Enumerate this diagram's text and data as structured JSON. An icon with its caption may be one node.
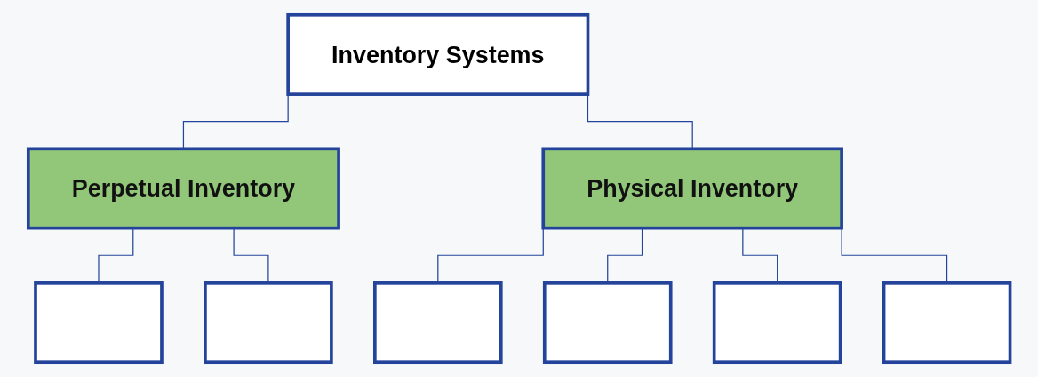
{
  "diagram": {
    "nodes": [
      {
        "text": [
          "Inventory Systems"
        ]
      },
      {
        "text": [
          "Perpetual Inventory"
        ]
      },
      {
        "text": [
          "Physical Inventory"
        ]
      },
      {
        "text": [],
        "shape": "box"
      },
      {
        "text": [],
        "shape": "box"
      },
      {
        "text": [],
        "shape": "box"
      },
      {
        "text": [],
        "shape": "box"
      },
      {
        "text": [],
        "shape": "box"
      },
      {
        "text": [],
        "shape": "box"
      }
    ],
    "edges": [
      {
        "from": 0,
        "to": 1,
        "arrow": "none"
      },
      {
        "from": 0,
        "to": 2,
        "arrow": "none"
      },
      {
        "from": 1,
        "to": 3,
        "arrow": "none"
      },
      {
        "from": 1,
        "to": 4,
        "arrow": "none"
      },
      {
        "from": 2,
        "to": 5,
        "arrow": "none"
      },
      {
        "from": 2,
        "to": 6,
        "arrow": "none"
      },
      {
        "from": 2,
        "to": 7,
        "arrow": "none"
      },
      {
        "from": 2,
        "to": 8,
        "arrow": "none"
      }
    ]
  }
}
